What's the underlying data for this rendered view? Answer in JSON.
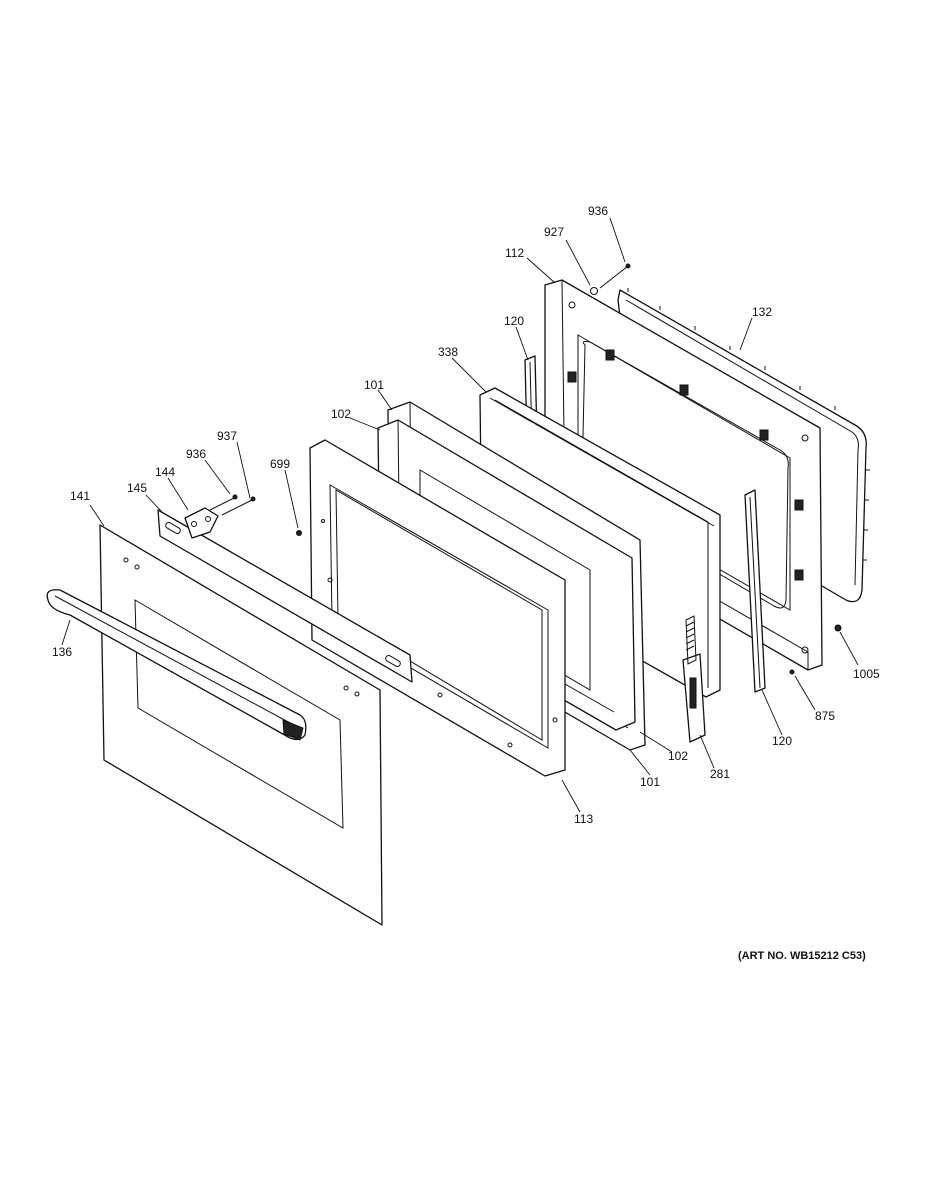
{
  "art_number": "(ART NO. WB15212 C53)",
  "callouts": {
    "c936_top": "936",
    "c927": "927",
    "c112": "112",
    "c132": "132",
    "c120_top": "120",
    "c338": "338",
    "c101_top": "101",
    "c102_top": "102",
    "c937": "937",
    "c936_left": "936",
    "c144": "144",
    "c699": "699",
    "c141": "141",
    "c145": "145",
    "c136": "136",
    "c1005": "1005",
    "c875": "875",
    "c120_bottom": "120",
    "c102_bottom": "102",
    "c281": "281",
    "c101_bottom": "101",
    "c113": "113"
  }
}
